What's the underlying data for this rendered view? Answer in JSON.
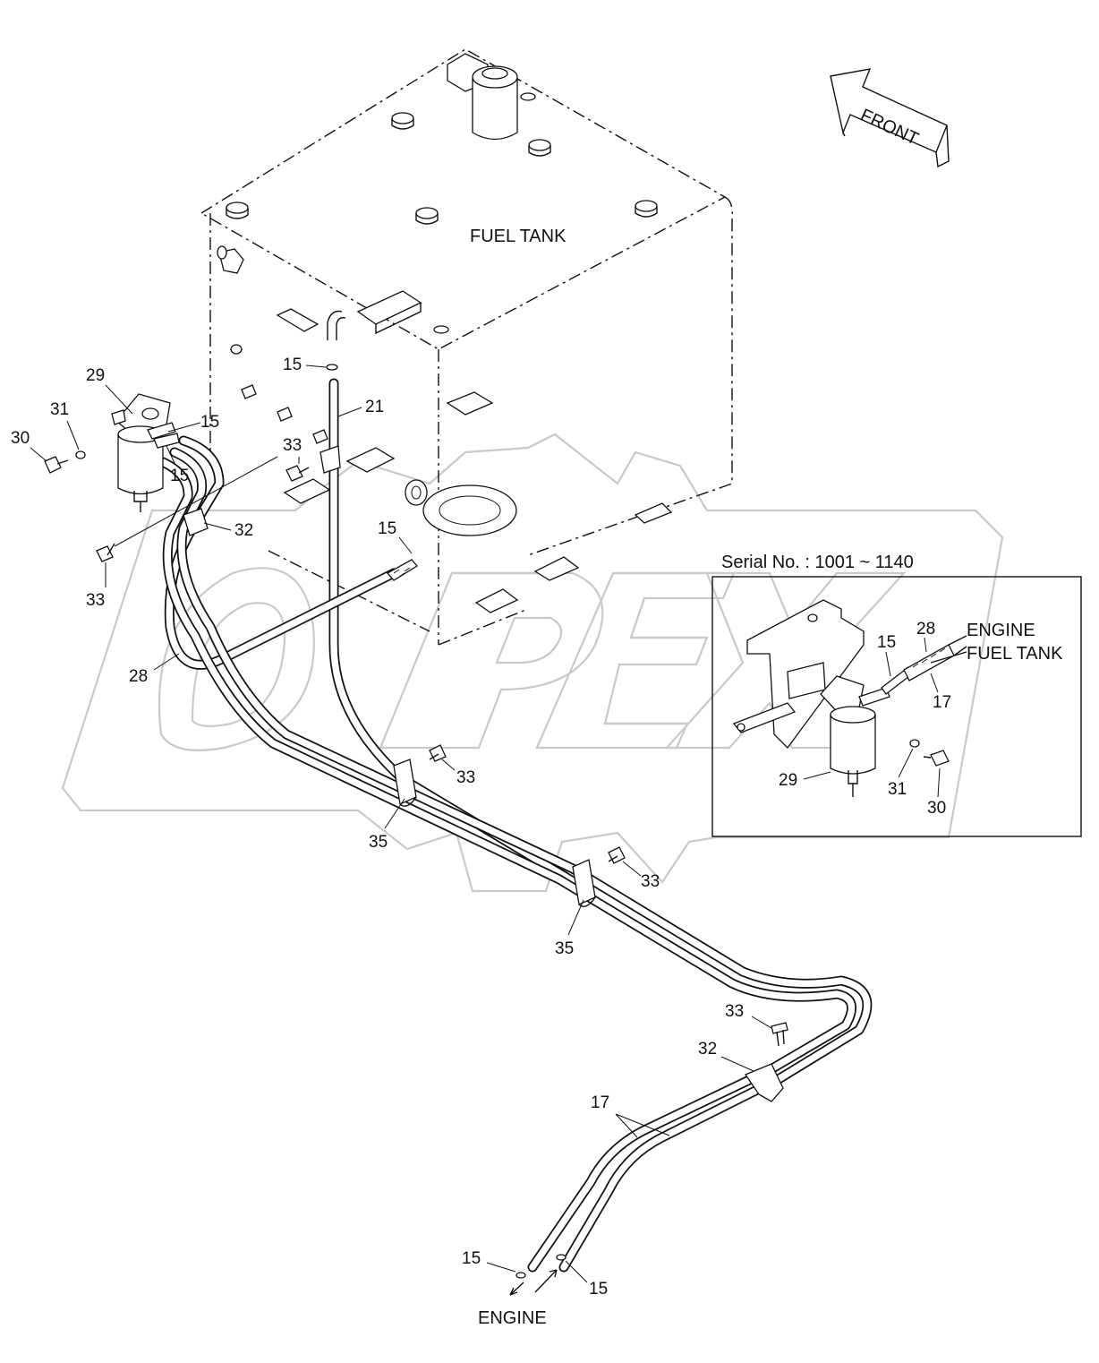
{
  "watermark": {
    "text": "OPEX"
  },
  "direction": {
    "front_label": "FRONT"
  },
  "tank": {
    "label": "FUEL TANK"
  },
  "inset": {
    "title": "Serial No. : 1001 ~ 1140",
    "engine_label": "ENGINE",
    "fuel_tank_label": "FUEL TANK",
    "callouts": [
      "15",
      "28",
      "17",
      "29",
      "31",
      "30"
    ]
  },
  "bottom": {
    "engine_label": "ENGINE"
  },
  "callouts": {
    "c29": "29",
    "c31": "31",
    "c30": "30",
    "c15a": "15",
    "c15b": "15",
    "c15c": "15",
    "c21": "21",
    "c33a": "33",
    "c32a": "32",
    "c15d": "15",
    "c33b": "33",
    "c28": "28",
    "c33c": "33",
    "c35a": "35",
    "c33d": "33",
    "c35b": "35",
    "c33e": "33",
    "c32b": "32",
    "c17": "17",
    "c15e": "15",
    "c15f": "15"
  }
}
